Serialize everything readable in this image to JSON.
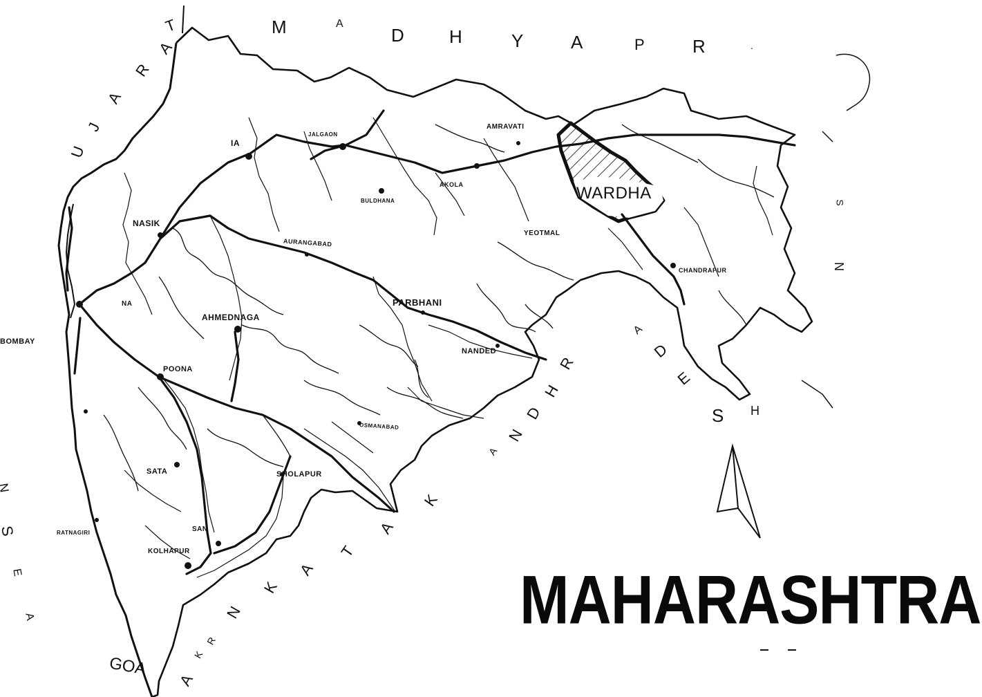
{
  "map": {
    "title": "MAHARASHTRA",
    "highlight_district": "WARDHA",
    "neighbor_regions": [
      {
        "id": "madhya-pradesh",
        "letters": [
          "M",
          "A",
          "D",
          "H",
          "Y",
          "A",
          "P",
          "R",
          "."
        ]
      },
      {
        "id": "gujarat",
        "letters": [
          "U",
          "J",
          "A",
          "R",
          "A",
          "T"
        ]
      },
      {
        "id": "andhra",
        "letters": [
          "R",
          "H",
          "D",
          "N",
          "A"
        ]
      },
      {
        "id": "karnataka",
        "letters": [
          "K",
          "A",
          "T",
          "A",
          "K",
          "N",
          "R",
          "A",
          "K"
        ]
      },
      {
        "id": "pradesh",
        "letters": [
          "A",
          "D",
          "E",
          "S",
          "H"
        ]
      },
      {
        "id": "sea",
        "letters": [
          "N",
          "S",
          "E",
          "A"
        ]
      },
      {
        "id": "east-letters",
        "letters": [
          "S",
          "N"
        ]
      }
    ],
    "neighbor_state_south": "GOA",
    "cities": {
      "bombay": "BOMBAY",
      "nasik": "NASIK",
      "poona": "POONA",
      "ahmednagar": "AHMEDNAGA",
      "aurangabad": "AURANGABAD",
      "parbhani": "PARBHANI",
      "nanded": "NANDED",
      "osmanabad": "OSMANABAD",
      "sholapur": "SHOLAPUR",
      "satara": "SATA",
      "sangli": "SAN",
      "kolhapur": "KOLHAPUR",
      "ratnagiri": "RATNAGIRI",
      "amravati": "AMRAVATI",
      "akola": "AKOLA",
      "yeotmal": "YEOTMAL",
      "chandrapur": "CHANDRAPUR",
      "buldhana": "BULDHANA",
      "jalgaon": "JALGAON",
      "dhulia": "IA",
      "thana": "NA"
    },
    "colors": {
      "ink": "#111111",
      "paper": "#ffffff"
    }
  }
}
